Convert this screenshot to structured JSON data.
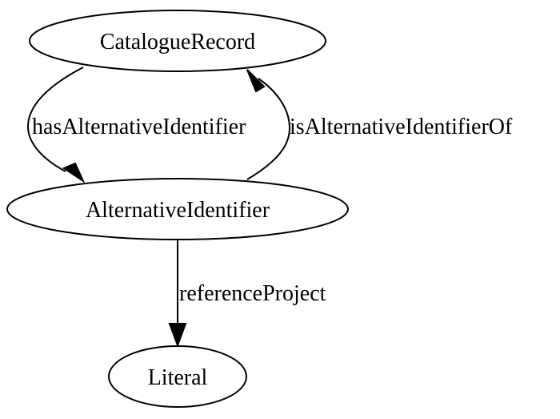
{
  "diagram": {
    "nodes": {
      "catalogue_record": "CatalogueRecord",
      "alternative_identifier": "AlternativeIdentifier",
      "literal": "Literal"
    },
    "edges": {
      "has_alternative_identifier": "hasAlternativeIdentifier",
      "is_alternative_identifier_of": "isAlternativeIdentifierOf",
      "reference_project": "referenceProject"
    }
  }
}
